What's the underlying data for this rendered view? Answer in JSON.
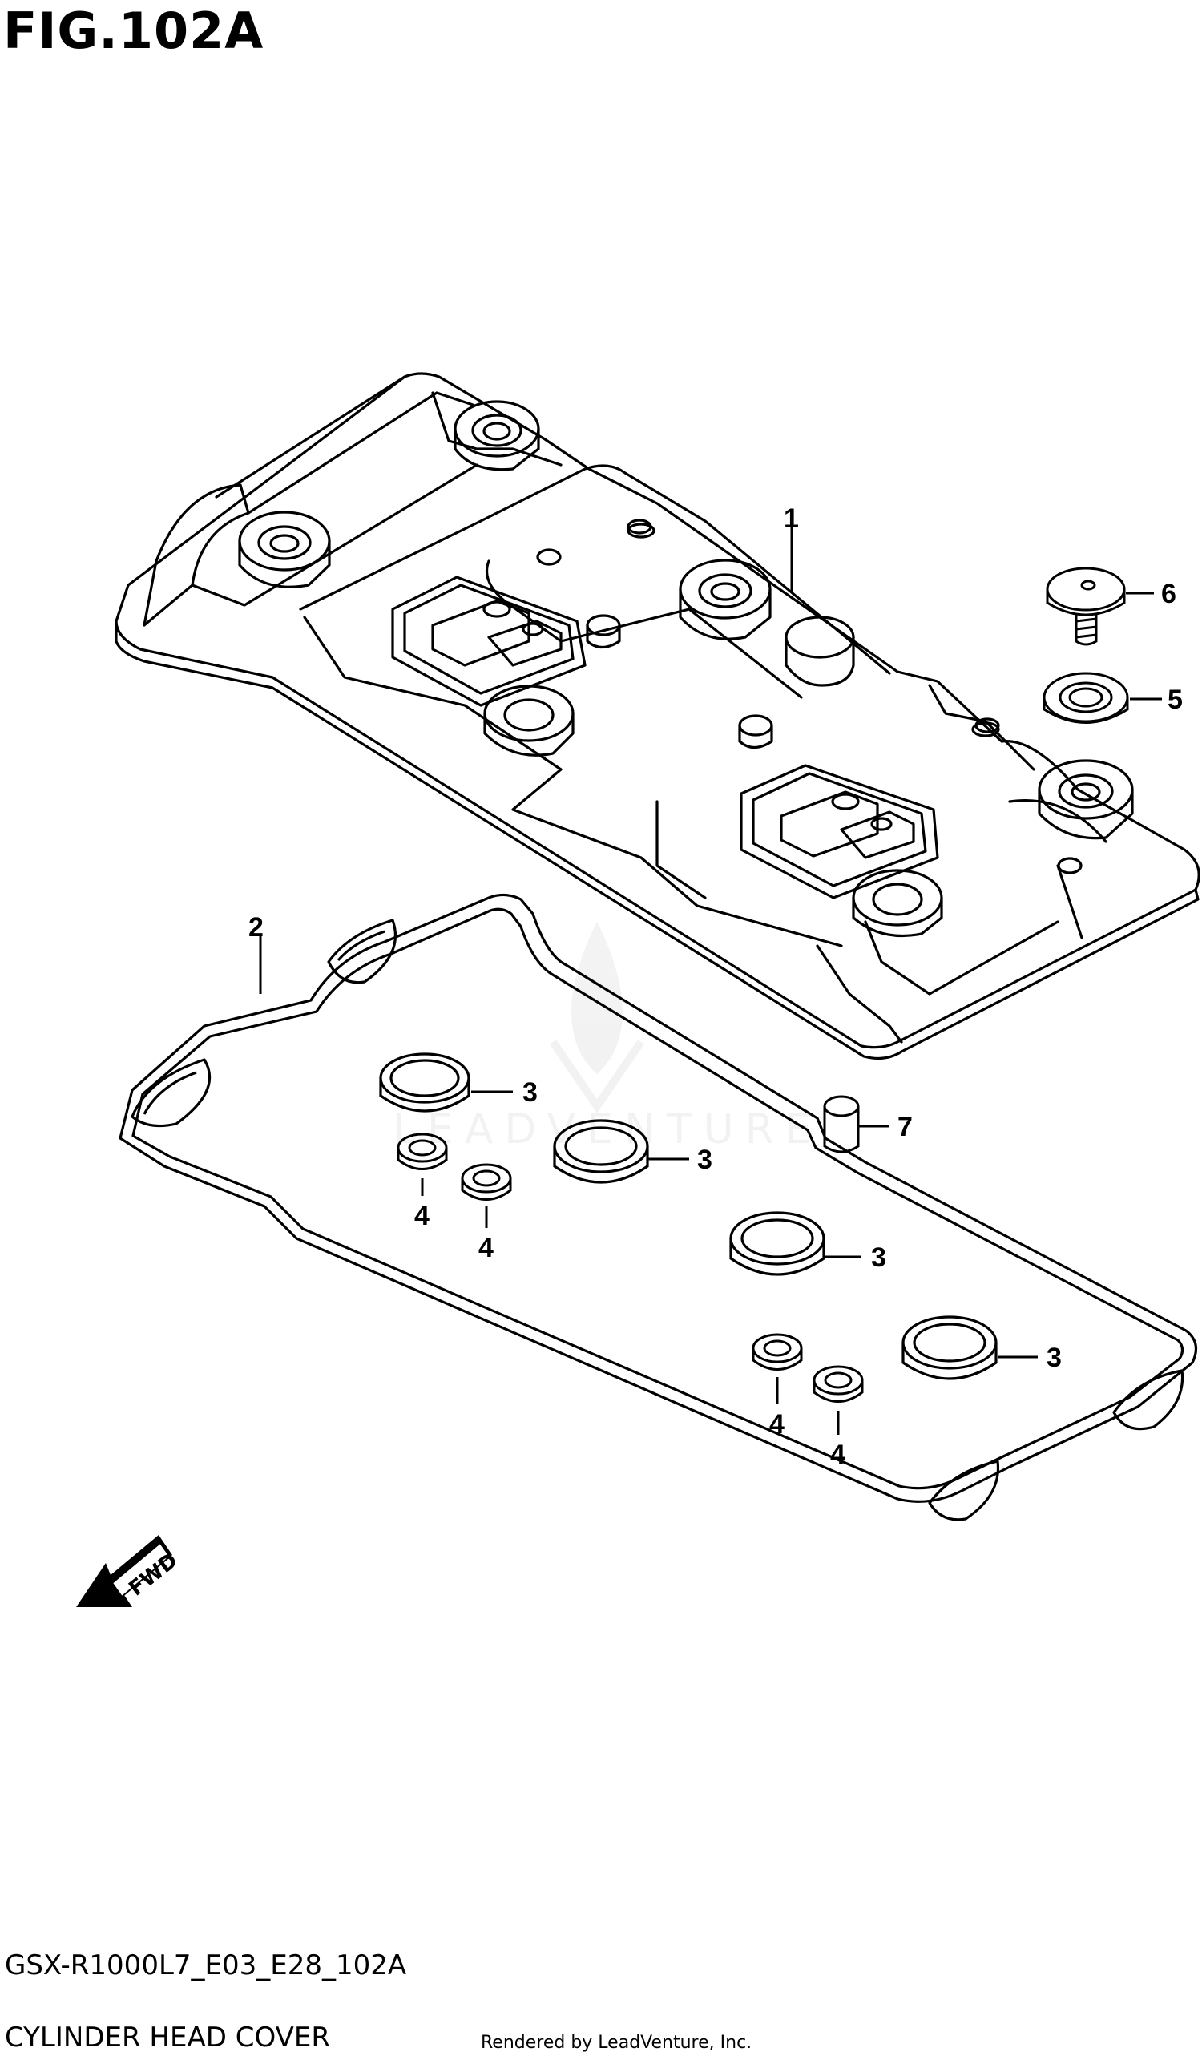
{
  "figure": {
    "title": "FIG.102A"
  },
  "callouts": [
    {
      "label": "1"
    },
    {
      "label": "2"
    },
    {
      "label": "3"
    },
    {
      "label": "3"
    },
    {
      "label": "3"
    },
    {
      "label": "3"
    },
    {
      "label": "4"
    },
    {
      "label": "4"
    },
    {
      "label": "4"
    },
    {
      "label": "4"
    },
    {
      "label": "5"
    },
    {
      "label": "6"
    },
    {
      "label": "7"
    }
  ],
  "direction_arrow": {
    "label": "FWD"
  },
  "watermark": {
    "text": "LEADVENTURE"
  },
  "footer": {
    "code": "GSX-R1000L7_E03_E28_102A",
    "name": "CYLINDER HEAD COVER",
    "credit": "Rendered by LeadVenture, Inc."
  }
}
